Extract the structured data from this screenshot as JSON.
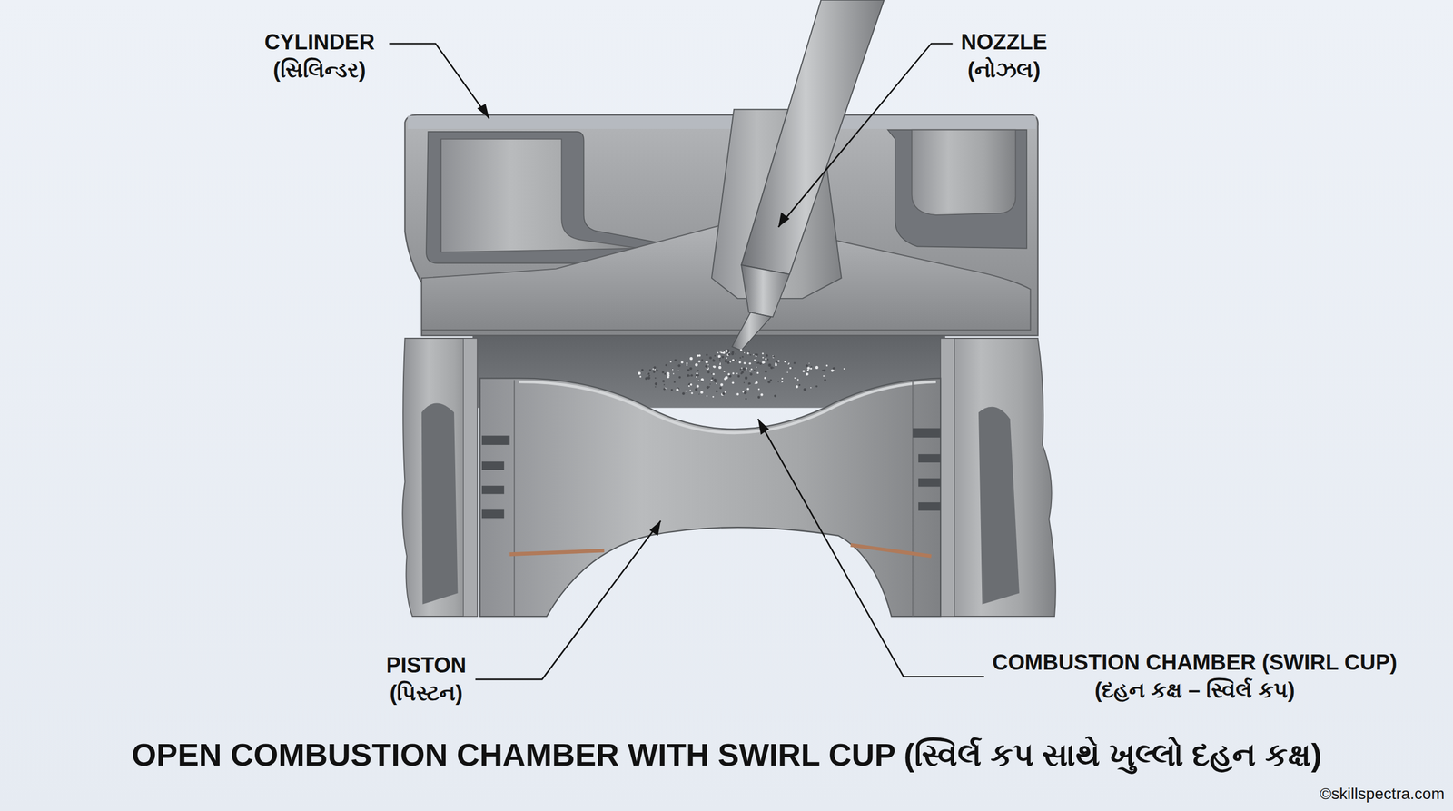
{
  "diagram": {
    "title": "OPEN COMBUSTION CHAMBER WITH SWIRL CUP (સ્વિર્લ કપ સાથે ખુલ્લો દહન કક્ષ)",
    "labels": [
      "CYLINDER (સિલિન્ડર)",
      "NOZZLE (નોઝલ)",
      "PISTON (પિસ્ટન)",
      "COMBUSTION CHAMBER (SWIRL CUP) (દહન કક્ષ – સ્વિર્લ કપ)",
      "©skillspectra.com"
    ]
  }
}
